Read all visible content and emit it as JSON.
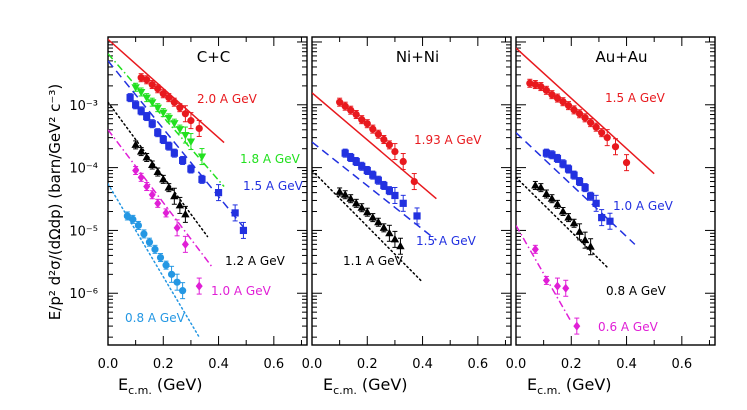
{
  "figure": {
    "ylabel": "E/p² d²σ/(dΩdp) (barn/GeV² c⁻³)",
    "xlabel_main": "E",
    "xlabel_sub": "c.m.",
    "xlabel_unit": "(GeV)"
  },
  "chart_data": [
    {
      "type": "scatter",
      "title": "C+C",
      "xlabel": "E_c.m. (GeV)",
      "ylabel": "E/p² d²σ/(dΩdp) (barn/GeV² c⁻³)",
      "xlim": [
        0,
        0.72
      ],
      "ylim": [
        1.5e-07,
        0.012
      ],
      "y_scale": "log",
      "x_ticks": [
        "0.0",
        "0.2",
        "0.4",
        "0.6"
      ],
      "y_ticks": [
        "10⁻³",
        "10⁻⁴",
        "10⁻⁵",
        "10⁻⁶"
      ],
      "series": [
        {
          "name": "2.0 A GeV",
          "color": "#e8191e",
          "marker": "circle",
          "line": "solid",
          "x": [
            0.12,
            0.14,
            0.16,
            0.18,
            0.2,
            0.22,
            0.24,
            0.26,
            0.28,
            0.3,
            0.33
          ],
          "y": [
            0.0027,
            0.0025,
            0.0021,
            0.0018,
            0.0015,
            0.0013,
            0.0011,
            0.0009,
            0.00072,
            0.00056,
            0.00042
          ],
          "fit": [
            [
              0.0,
              0.011
            ],
            [
              0.42,
              0.00025
            ]
          ]
        },
        {
          "name": "1.8 A GeV",
          "color": "#22e01f",
          "marker": "triangle-down",
          "line": "dash-dot",
          "x": [
            0.1,
            0.12,
            0.14,
            0.16,
            0.18,
            0.2,
            0.22,
            0.24,
            0.26,
            0.28,
            0.3,
            0.34
          ],
          "y": [
            0.0019,
            0.0016,
            0.0013,
            0.0011,
            0.0009,
            0.00075,
            0.00062,
            0.00051,
            0.00041,
            0.00033,
            0.00026,
            0.00015
          ],
          "fit": [
            [
              0.0,
              0.0065
            ],
            [
              0.42,
              5e-05
            ]
          ]
        },
        {
          "name": "1.5 A GeV",
          "color": "#2231e0",
          "marker": "square",
          "line": "dash",
          "x": [
            0.08,
            0.1,
            0.12,
            0.14,
            0.16,
            0.18,
            0.2,
            0.22,
            0.24,
            0.27,
            0.3,
            0.34,
            0.4,
            0.46,
            0.49
          ],
          "y": [
            0.0013,
            0.001,
            0.0008,
            0.00065,
            0.0005,
            0.00036,
            0.00028,
            0.00022,
            0.00017,
            0.00013,
            9.5e-05,
            6.5e-05,
            4e-05,
            1.9e-05,
            1e-05
          ],
          "fit": [
            [
              0.0,
              0.005
            ],
            [
              0.5,
              1e-05
            ]
          ]
        },
        {
          "name": "1.2 A GeV",
          "color": "#000000",
          "marker": "triangle-up",
          "line": "dotted",
          "x": [
            0.1,
            0.12,
            0.14,
            0.16,
            0.18,
            0.2,
            0.22,
            0.24,
            0.26,
            0.28
          ],
          "y": [
            0.00023,
            0.00018,
            0.000145,
            0.00011,
            8.5e-05,
            6.5e-05,
            4.8e-05,
            3.5e-05,
            2.5e-05,
            1.8e-05
          ],
          "fit": [
            [
              0.0,
              0.0011
            ],
            [
              0.36,
              8e-06
            ]
          ]
        },
        {
          "name": "1.0 A GeV",
          "color": "#e01fd6",
          "marker": "diamond",
          "line": "dash-dot",
          "x": [
            0.1,
            0.12,
            0.14,
            0.16,
            0.18,
            0.21,
            0.25,
            0.28,
            0.33
          ],
          "y": [
            9e-05,
            7e-05,
            5e-05,
            3.7e-05,
            2.7e-05,
            1.9e-05,
            1.1e-05,
            6e-06,
            1.3e-06
          ],
          "fit": [
            [
              0.0,
              0.0004
            ],
            [
              0.38,
              2.5e-06
            ]
          ]
        },
        {
          "name": "0.8 A GeV",
          "color": "#2497e3",
          "marker": "circle",
          "line": "dotted",
          "x": [
            0.07,
            0.09,
            0.11,
            0.13,
            0.15,
            0.17,
            0.19,
            0.21,
            0.23,
            0.25,
            0.27
          ],
          "y": [
            1.7e-05,
            1.5e-05,
            1.2e-05,
            8.8e-06,
            6.5e-06,
            5e-06,
            3.7e-06,
            2.8e-06,
            2e-06,
            1.5e-06,
            1.1e-06
          ],
          "fit": [
            [
              0.0,
              5.5e-05
            ],
            [
              0.33,
              2e-07
            ]
          ]
        }
      ]
    },
    {
      "type": "scatter",
      "title": "Ni+Ni",
      "xlabel": "E_c.m. (GeV)",
      "xlim": [
        0,
        0.72
      ],
      "ylim": [
        1.5e-07,
        0.012
      ],
      "y_scale": "log",
      "x_ticks": [
        "0.0",
        "0.2",
        "0.4",
        "0.6"
      ],
      "series": [
        {
          "name": "1.93 A GeV",
          "color": "#e8191e",
          "marker": "circle",
          "line": "solid",
          "x": [
            0.1,
            0.12,
            0.14,
            0.16,
            0.18,
            0.2,
            0.22,
            0.24,
            0.26,
            0.28,
            0.3,
            0.33,
            0.37
          ],
          "y": [
            0.0011,
            0.00095,
            0.00082,
            0.0007,
            0.00058,
            0.0005,
            0.00041,
            0.00034,
            0.00028,
            0.00023,
            0.00018,
            0.000125,
            6e-05
          ],
          "fit": [
            [
              0.0,
              0.00155
            ],
            [
              0.45,
              3.2e-05
            ]
          ]
        },
        {
          "name": "1.5 A GeV",
          "color": "#2231e0",
          "marker": "square",
          "line": "dash",
          "x": [
            0.12,
            0.14,
            0.16,
            0.18,
            0.2,
            0.22,
            0.24,
            0.26,
            0.28,
            0.3,
            0.33,
            0.38
          ],
          "y": [
            0.00017,
            0.000145,
            0.000125,
            0.000105,
            9e-05,
            7.6e-05,
            6.3e-05,
            5.2e-05,
            4.3e-05,
            3.6e-05,
            2.7e-05,
            1.7e-05
          ],
          "fit": [
            [
              0.0,
              0.000255
            ],
            [
              0.45,
              7e-06
            ]
          ]
        },
        {
          "name": "1.1 A GeV",
          "color": "#000000",
          "marker": "triangle-up",
          "line": "dotted",
          "x": [
            0.1,
            0.12,
            0.14,
            0.16,
            0.18,
            0.2,
            0.22,
            0.24,
            0.26,
            0.28,
            0.3,
            0.32
          ],
          "y": [
            4.1e-05,
            3.7e-05,
            3.2e-05,
            2.7e-05,
            2.3e-05,
            1.95e-05,
            1.6e-05,
            1.35e-05,
            1.1e-05,
            9e-06,
            7.2e-06,
            5.6e-06
          ],
          "fit": [
            [
              0.0,
              9e-05
            ],
            [
              0.4,
              1.5e-06
            ]
          ]
        }
      ]
    },
    {
      "type": "scatter",
      "title": "Au+Au",
      "xlabel": "E_c.m. (GeV)",
      "xlim": [
        0,
        0.72
      ],
      "ylim": [
        1.5e-07,
        0.012
      ],
      "y_scale": "log",
      "x_ticks": [
        "0.0",
        "0.2",
        "0.4",
        "0.6"
      ],
      "series": [
        {
          "name": "1.5 A GeV",
          "color": "#e8191e",
          "marker": "circle",
          "line": "solid",
          "x": [
            0.05,
            0.07,
            0.09,
            0.11,
            0.13,
            0.15,
            0.17,
            0.19,
            0.21,
            0.23,
            0.25,
            0.27,
            0.29,
            0.31,
            0.33,
            0.36,
            0.4
          ],
          "y": [
            0.0022,
            0.0021,
            0.00195,
            0.0017,
            0.00145,
            0.00128,
            0.00112,
            0.00097,
            0.00083,
            0.00072,
            0.00062,
            0.00052,
            0.00044,
            0.00036,
            0.0003,
            0.000215,
            0.00012
          ],
          "fit": [
            [
              0.0,
              0.008
            ],
            [
              0.5,
              8e-05
            ]
          ]
        },
        {
          "name": "1.0 A GeV",
          "color": "#2231e0",
          "marker": "square",
          "line": "dash",
          "x": [
            0.11,
            0.13,
            0.15,
            0.17,
            0.19,
            0.21,
            0.23,
            0.25,
            0.27,
            0.29,
            0.31,
            0.34
          ],
          "y": [
            0.00017,
            0.00016,
            0.00014,
            0.000115,
            9.5e-05,
            7.6e-05,
            6e-05,
            4.8e-05,
            3.5e-05,
            2.7e-05,
            1.6e-05,
            1.4e-05
          ],
          "fit": [
            [
              0.0,
              0.00036
            ],
            [
              0.43,
              6e-06
            ]
          ]
        },
        {
          "name": "0.8 A GeV",
          "color": "#000000",
          "marker": "triangle-up",
          "line": "dotted",
          "x": [
            0.07,
            0.09,
            0.11,
            0.13,
            0.15,
            0.17,
            0.19,
            0.21,
            0.23,
            0.25,
            0.27
          ],
          "y": [
            5.2e-05,
            4.8e-05,
            3.8e-05,
            3.2e-05,
            2.6e-05,
            2e-05,
            1.6e-05,
            1.3e-05,
            9.5e-06,
            7e-06,
            5.5e-06
          ],
          "fit": [
            [
              0.0,
              7e-05
            ],
            [
              0.33,
              2.6e-06
            ]
          ]
        },
        {
          "name": "0.6 A GeV",
          "color": "#e01fd6",
          "marker": "diamond",
          "line": "dash-dot",
          "x": [
            0.07,
            0.11,
            0.15,
            0.18,
            0.22
          ],
          "y": [
            5e-06,
            1.6e-06,
            1.3e-06,
            1.2e-06,
            3e-07
          ],
          "fit": [
            [
              0.0,
              1.2e-05
            ],
            [
              0.2,
              3.5e-07
            ]
          ]
        }
      ]
    }
  ]
}
